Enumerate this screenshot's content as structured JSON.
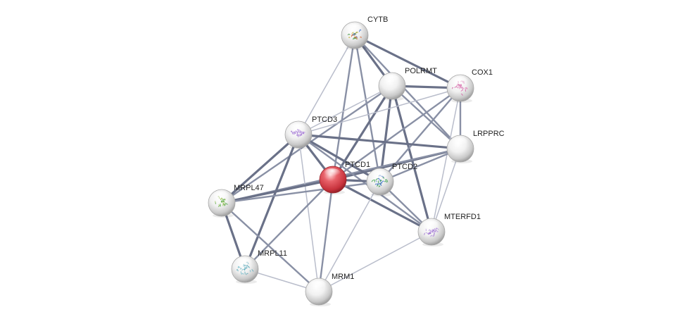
{
  "network": {
    "nodes": [
      {
        "id": "CYTB",
        "label": "CYTB",
        "query": false,
        "texture": "multi"
      },
      {
        "id": "POLRMT",
        "label": "POLRMT",
        "query": false,
        "texture": "none"
      },
      {
        "id": "COX1",
        "label": "COX1",
        "query": false,
        "texture": "pink"
      },
      {
        "id": "LRPPRC",
        "label": "LRPPRC",
        "query": false,
        "texture": "none"
      },
      {
        "id": "PTCD3",
        "label": "PTCD3",
        "query": false,
        "texture": "purple"
      },
      {
        "id": "PTCD1",
        "label": "PTCD1",
        "query": true,
        "texture": "none"
      },
      {
        "id": "PTCD2",
        "label": "PTCD2",
        "query": false,
        "texture": "green-blue"
      },
      {
        "id": "MRPL47",
        "label": "MRPL47",
        "query": false,
        "texture": "green"
      },
      {
        "id": "MTERFD1",
        "label": "MTERFD1",
        "query": false,
        "texture": "purple"
      },
      {
        "id": "MRPL11",
        "label": "MRPL11",
        "query": false,
        "texture": "cyan"
      },
      {
        "id": "MRM1",
        "label": "MRM1",
        "query": false,
        "texture": "none"
      }
    ],
    "edges": [
      {
        "from": "CYTB",
        "to": "POLRMT",
        "strength": "strong"
      },
      {
        "from": "CYTB",
        "to": "COX1",
        "strength": "strong"
      },
      {
        "from": "CYTB",
        "to": "LRPPRC",
        "strength": "medium"
      },
      {
        "from": "CYTB",
        "to": "PTCD3",
        "strength": "weak"
      },
      {
        "from": "CYTB",
        "to": "PTCD1",
        "strength": "medium"
      },
      {
        "from": "CYTB",
        "to": "PTCD2",
        "strength": "medium"
      },
      {
        "from": "POLRMT",
        "to": "COX1",
        "strength": "strong"
      },
      {
        "from": "POLRMT",
        "to": "LRPPRC",
        "strength": "medium"
      },
      {
        "from": "POLRMT",
        "to": "PTCD3",
        "strength": "weak"
      },
      {
        "from": "POLRMT",
        "to": "PTCD1",
        "strength": "strong"
      },
      {
        "from": "POLRMT",
        "to": "PTCD2",
        "strength": "strong"
      },
      {
        "from": "POLRMT",
        "to": "MTERFD1",
        "strength": "strong"
      },
      {
        "from": "POLRMT",
        "to": "MRPL47",
        "strength": "medium"
      },
      {
        "from": "COX1",
        "to": "PTCD3",
        "strength": "weak"
      },
      {
        "from": "COX1",
        "to": "PTCD1",
        "strength": "medium"
      },
      {
        "from": "COX1",
        "to": "PTCD2",
        "strength": "medium"
      },
      {
        "from": "COX1",
        "to": "LRPPRC",
        "strength": "medium"
      },
      {
        "from": "COX1",
        "to": "MTERFD1",
        "strength": "weak"
      },
      {
        "from": "LRPPRC",
        "to": "PTCD3",
        "strength": "strong"
      },
      {
        "from": "LRPPRC",
        "to": "PTCD1",
        "strength": "strong"
      },
      {
        "from": "LRPPRC",
        "to": "PTCD2",
        "strength": "medium"
      },
      {
        "from": "LRPPRC",
        "to": "MTERFD1",
        "strength": "weak"
      },
      {
        "from": "LRPPRC",
        "to": "MRPL47",
        "strength": "medium"
      },
      {
        "from": "PTCD3",
        "to": "PTCD1",
        "strength": "strong"
      },
      {
        "from": "PTCD3",
        "to": "PTCD2",
        "strength": "strong"
      },
      {
        "from": "PTCD3",
        "to": "MRPL47",
        "strength": "strong"
      },
      {
        "from": "PTCD3",
        "to": "MRPL11",
        "strength": "strong"
      },
      {
        "from": "PTCD3",
        "to": "MRM1",
        "strength": "weak"
      },
      {
        "from": "PTCD3",
        "to": "MTERFD1",
        "strength": "medium"
      },
      {
        "from": "PTCD1",
        "to": "PTCD2",
        "strength": "strong"
      },
      {
        "from": "PTCD1",
        "to": "MRPL47",
        "strength": "strong"
      },
      {
        "from": "PTCD1",
        "to": "MRPL11",
        "strength": "medium"
      },
      {
        "from": "PTCD1",
        "to": "MRM1",
        "strength": "medium"
      },
      {
        "from": "PTCD1",
        "to": "MTERFD1",
        "strength": "strong"
      },
      {
        "from": "PTCD2",
        "to": "MRPL47",
        "strength": "medium"
      },
      {
        "from": "PTCD2",
        "to": "MTERFD1",
        "strength": "medium"
      },
      {
        "from": "PTCD2",
        "to": "MRM1",
        "strength": "weak"
      },
      {
        "from": "MRPL47",
        "to": "MRPL11",
        "strength": "strong"
      },
      {
        "from": "MRPL47",
        "to": "MRM1",
        "strength": "medium"
      },
      {
        "from": "MRPL11",
        "to": "MRM1",
        "strength": "weak"
      },
      {
        "from": "MTERFD1",
        "to": "MRM1",
        "strength": "weak"
      }
    ]
  },
  "colors": {
    "edge_strong": "#6a7188",
    "edge_medium": "#8990a5",
    "edge_weak": "#b9bdcb",
    "node_default": "#e6e6e6",
    "node_query": "#d9434b"
  }
}
